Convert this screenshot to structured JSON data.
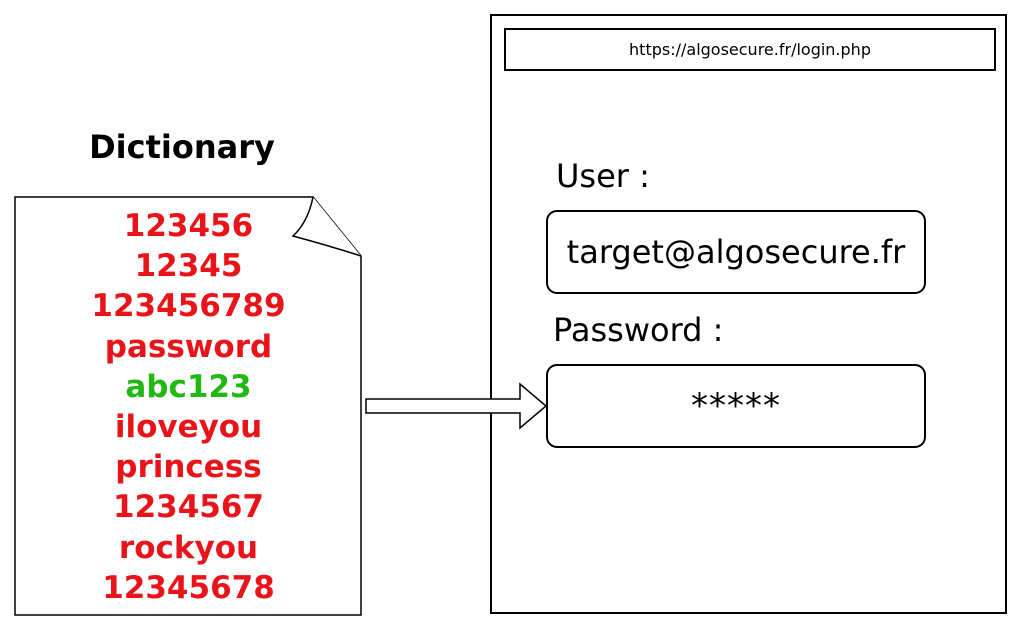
{
  "dictionary": {
    "title": "Dictionary",
    "entries": [
      {
        "text": "123456",
        "status": "failed"
      },
      {
        "text": "12345",
        "status": "failed"
      },
      {
        "text": "123456789",
        "status": "failed"
      },
      {
        "text": "password",
        "status": "failed"
      },
      {
        "text": "abc123",
        "status": "match"
      },
      {
        "text": "iloveyou",
        "status": "failed"
      },
      {
        "text": "princess",
        "status": "failed"
      },
      {
        "text": "1234567",
        "status": "failed"
      },
      {
        "text": "rockyou",
        "status": "failed"
      },
      {
        "text": "12345678",
        "status": "failed"
      }
    ]
  },
  "colors": {
    "failed": "#e8141a",
    "match": "#21b814",
    "stroke": "#000000"
  },
  "browser": {
    "url": "https://algosecure.fr/login.php",
    "user_label": "User :",
    "user_value": "target@algosecure.fr",
    "password_label": "Password :",
    "password_value": "*****"
  }
}
